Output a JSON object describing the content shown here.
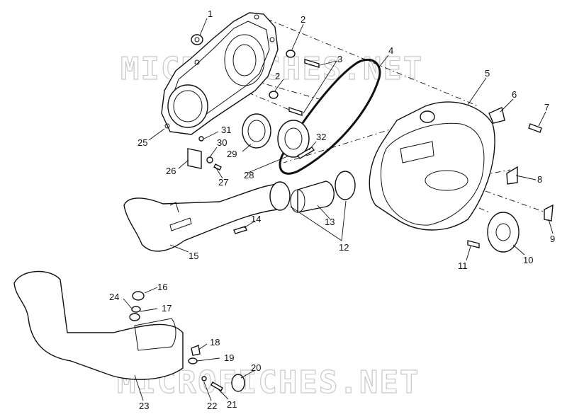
{
  "watermark": "MICROFICHES.NET",
  "callouts": [
    {
      "id": "c1",
      "text": "1"
    },
    {
      "id": "c2a",
      "text": "2"
    },
    {
      "id": "c2b",
      "text": "2"
    },
    {
      "id": "c3",
      "text": "3"
    },
    {
      "id": "c4",
      "text": "4"
    },
    {
      "id": "c5",
      "text": "5"
    },
    {
      "id": "c6",
      "text": "6"
    },
    {
      "id": "c7",
      "text": "7"
    },
    {
      "id": "c8",
      "text": "8"
    },
    {
      "id": "c9",
      "text": "9"
    },
    {
      "id": "c10",
      "text": "10"
    },
    {
      "id": "c11",
      "text": "11"
    },
    {
      "id": "c12",
      "text": "12"
    },
    {
      "id": "c13",
      "text": "13"
    },
    {
      "id": "c14",
      "text": "14"
    },
    {
      "id": "c15",
      "text": "15"
    },
    {
      "id": "c16",
      "text": "16"
    },
    {
      "id": "c17",
      "text": "17"
    },
    {
      "id": "c18",
      "text": "18"
    },
    {
      "id": "c19",
      "text": "19"
    },
    {
      "id": "c20",
      "text": "20"
    },
    {
      "id": "c21",
      "text": "21"
    },
    {
      "id": "c22",
      "text": "22"
    },
    {
      "id": "c23",
      "text": "23"
    },
    {
      "id": "c24",
      "text": "24"
    },
    {
      "id": "c25",
      "text": "25"
    },
    {
      "id": "c26",
      "text": "26"
    },
    {
      "id": "c27",
      "text": "27"
    },
    {
      "id": "c28",
      "text": "28"
    },
    {
      "id": "c29",
      "text": "29"
    },
    {
      "id": "c30",
      "text": "30"
    },
    {
      "id": "c31",
      "text": "31"
    },
    {
      "id": "c32",
      "text": "32"
    }
  ],
  "colors": {
    "ink": "#111111",
    "watermark": "#c8c8c8",
    "background": "#ffffff"
  }
}
